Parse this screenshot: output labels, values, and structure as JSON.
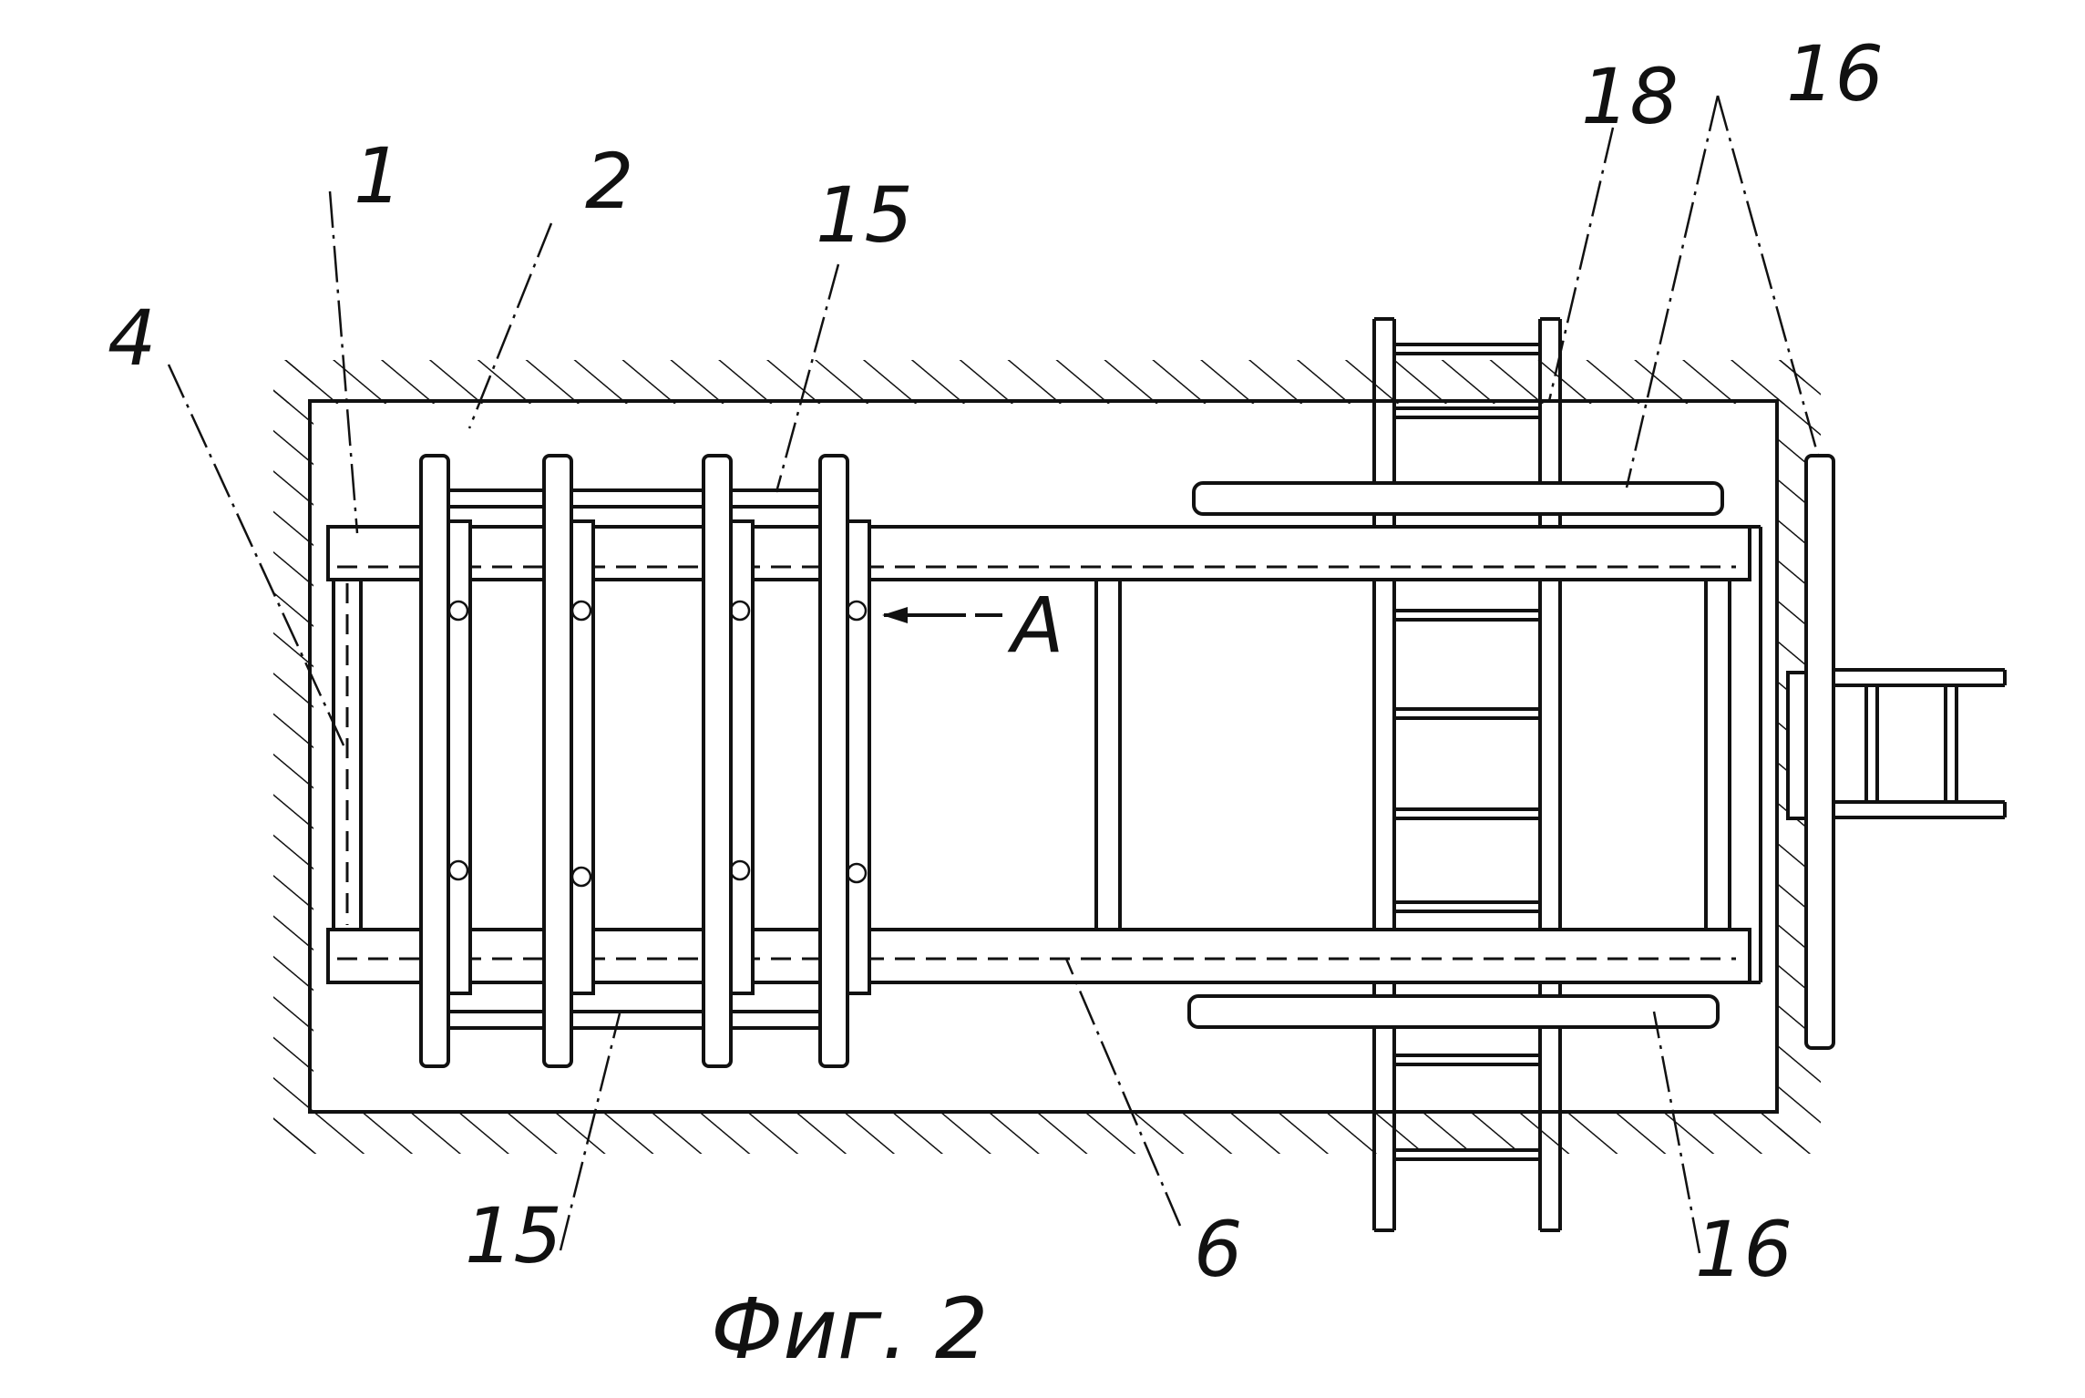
{
  "figure": {
    "caption": "Фиг. 2",
    "labels": {
      "l1": "1",
      "l2": "2",
      "l4": "4",
      "l6": "6",
      "l15a": "15",
      "l15b": "15",
      "l16a": "16",
      "l16b": "16",
      "l18": "18",
      "view_a": "A"
    }
  }
}
